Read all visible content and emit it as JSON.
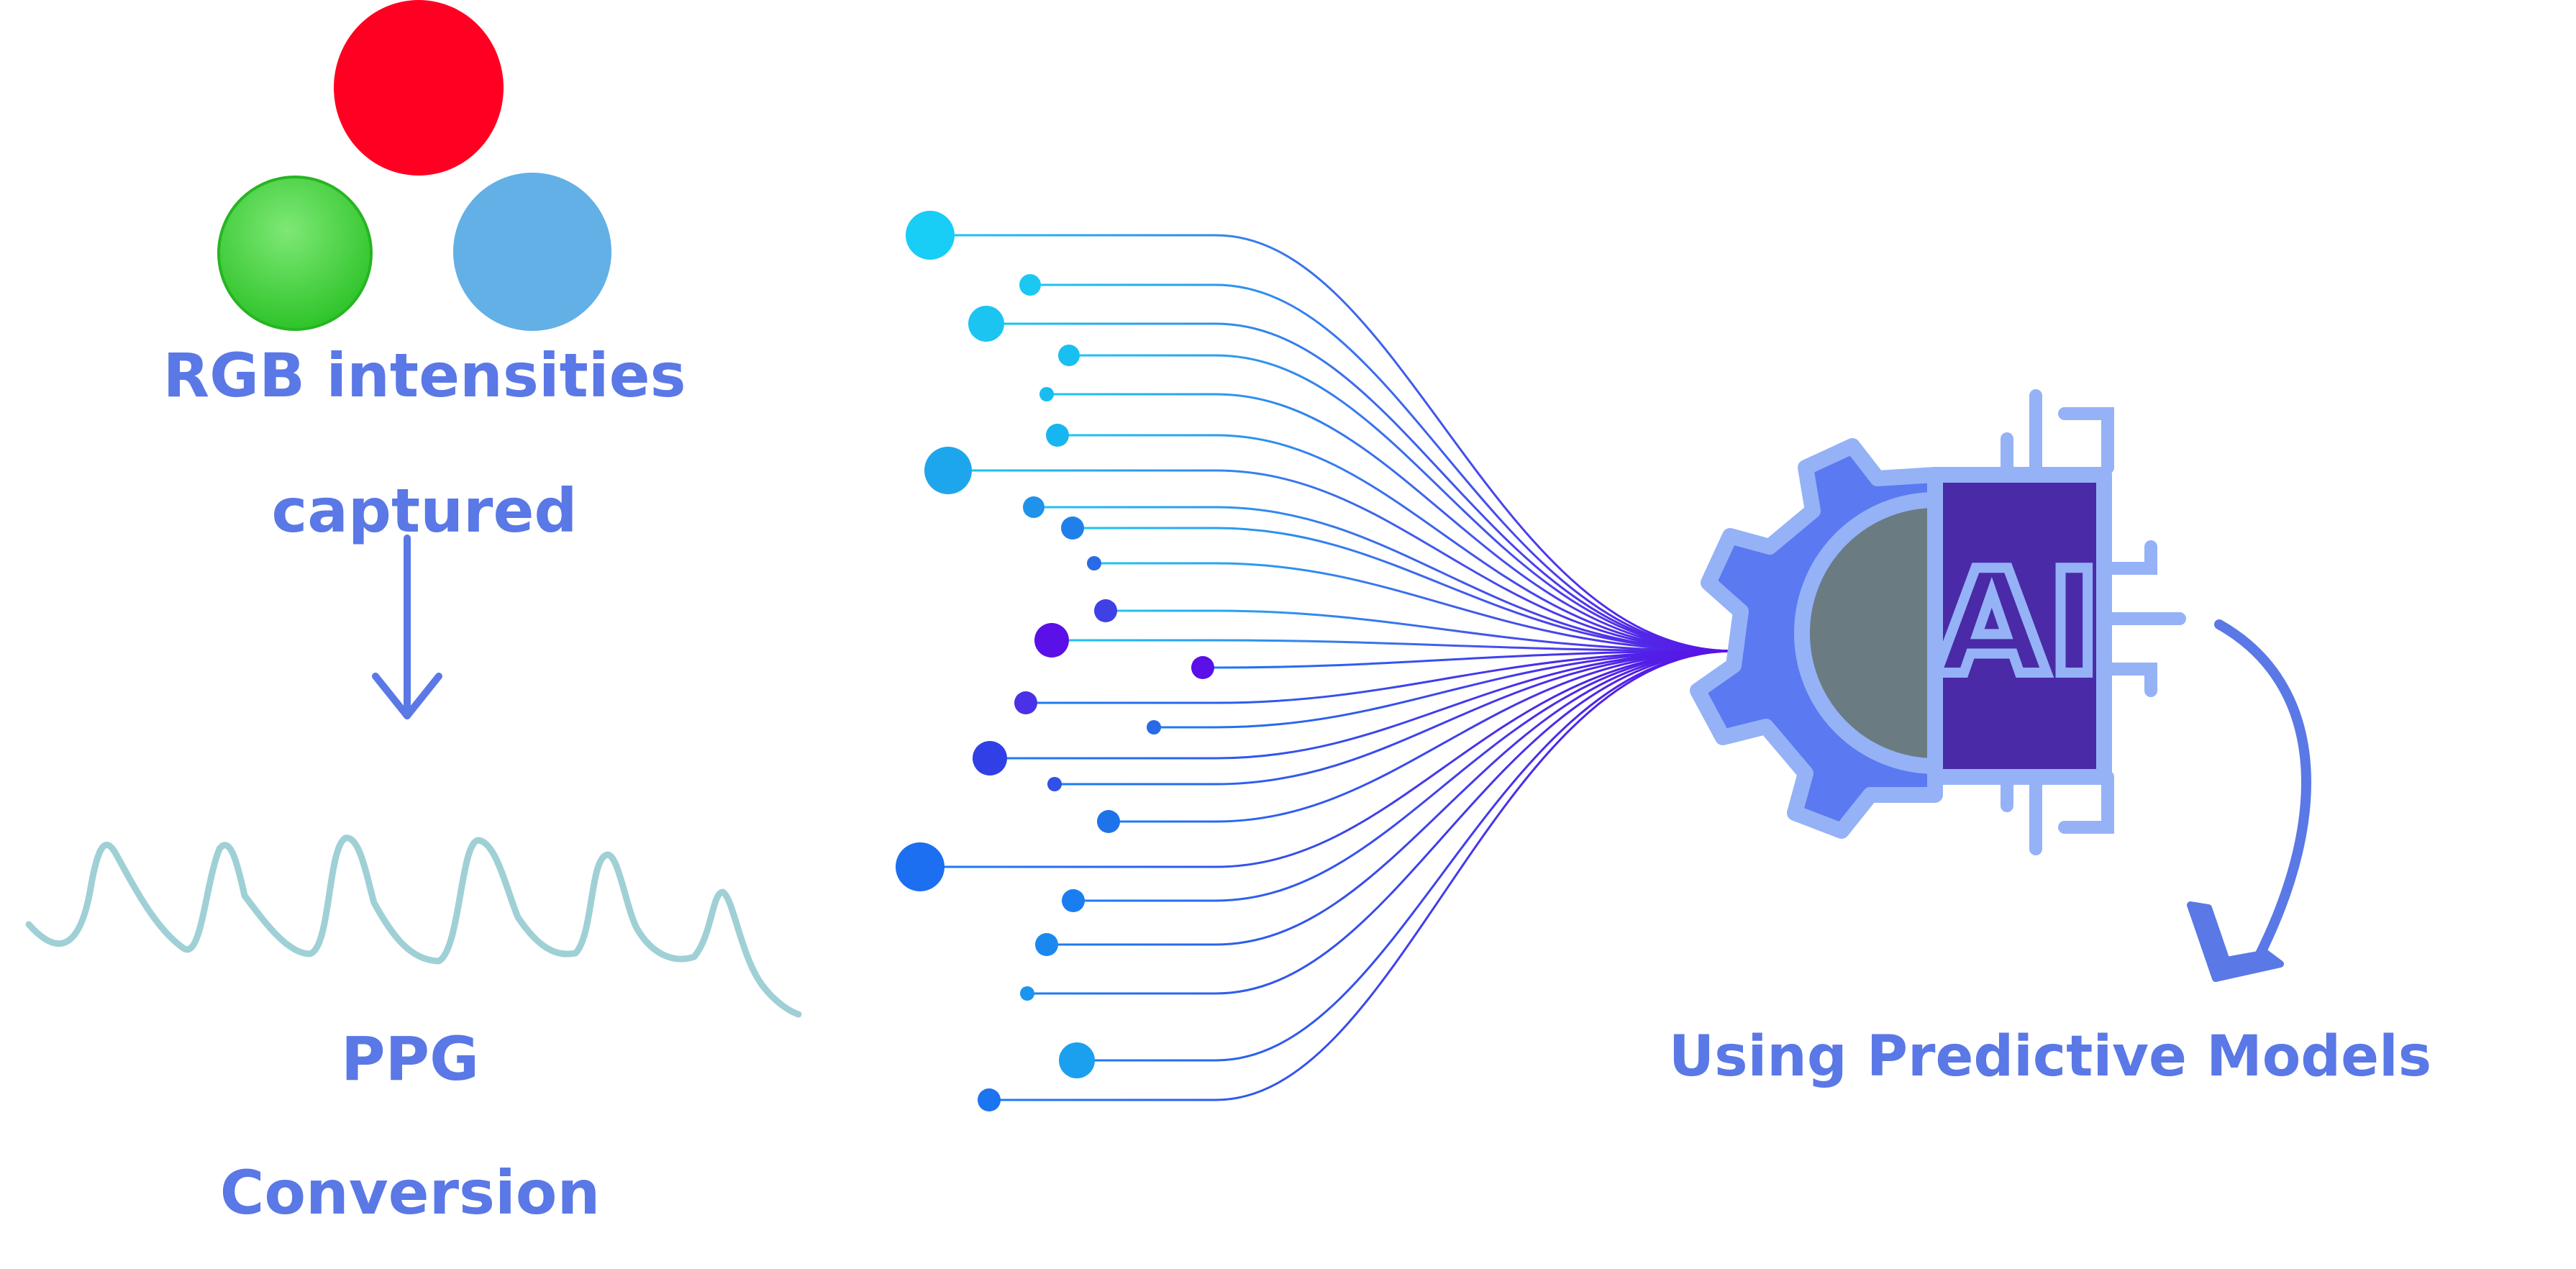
{
  "rgb_label": [
    "RGB intensities",
    "captured"
  ],
  "ppg_label": [
    "PPG",
    "Conversion"
  ],
  "model_label": "Using Predictive Models",
  "chip_text": "AI",
  "icons": {
    "rgb_circles": "rgb-circles-icon",
    "down_arrow": "down-arrow-icon",
    "ppg_wave": "ppg-waveform-icon",
    "network": "converging-lines-icon",
    "ai": "ai-gear-chip-icon",
    "curved_arrow": "curved-arrow-icon"
  },
  "colors": {
    "red": "#ff0022",
    "green": "#3fd23c",
    "blue": "#62b0e6",
    "label": "#5a78e6",
    "wave": "#9fd0d6",
    "gear": "#5b79f0",
    "gear_light": "#95b2f7",
    "chip": "#4a2aa6",
    "half_disc": "#6a7b82"
  }
}
